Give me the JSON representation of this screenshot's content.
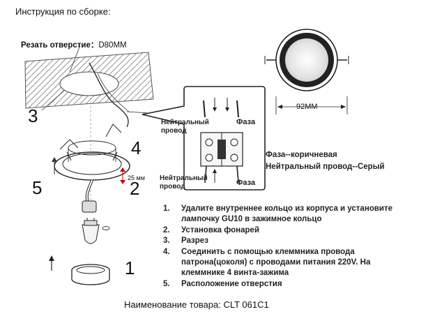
{
  "header": "Инструкция по сборке:",
  "cut_label": {
    "prefix": "Резать отверстие：",
    "value": "D80MM"
  },
  "callouts": {
    "n1": "1",
    "n2": "2",
    "n3": "3",
    "n4": "4",
    "n5": "5"
  },
  "dimensions": {
    "depth": "25 мм",
    "diameter": "92MM"
  },
  "wiring": {
    "neutral_top": "Нейтральный\nпровод",
    "phase_top": "Фаза",
    "neutral_bottom": "Нейтральный\nпровод",
    "phase_bottom": "Фаза"
  },
  "legend": [
    "Фаза--коричневая",
    "Нейтральный провод--Серый"
  ],
  "steps": [
    {
      "n": "1.",
      "text": "Удалите внутреннее кольцо из корпуса и установите\nлампочку GU10 в зажимное кольцо"
    },
    {
      "n": "2.",
      "text": "Установка фонарей"
    },
    {
      "n": "3.",
      "text": "Разрез"
    },
    {
      "n": "4.",
      "text": "Соединить с помощью клеммника провода\nпатрона(цоколя) с проводами питания 220V. На\nклеммнике 4 винта-зажима"
    },
    {
      "n": "5.",
      "text": "Расположение отверстия"
    }
  ],
  "footer": "Наименование товара: CLT 061C1"
}
